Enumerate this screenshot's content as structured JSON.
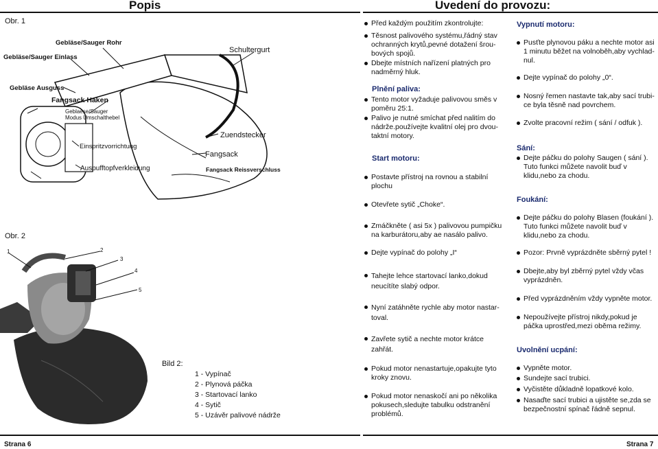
{
  "header": {
    "popis_title": "Popis",
    "provoz_title": "Uvedení do provozu:"
  },
  "figure1": {
    "obr_label": "Obr. 1",
    "callouts": [
      "Gebläse/Sauger Rohr",
      "Gebläse/Sauger Einlass",
      "Schultergurt",
      "Gebläse Ausguss",
      "Fangsack Haken",
      "Geblaese/Sauger\nModus Umschalthebel",
      "Einspritzvorrichtung",
      "Zuendstecker",
      "Fangsack",
      "Auspufftopfverkleidung",
      "Fangsack Reissverschluss"
    ]
  },
  "figure2": {
    "obr_label": "Obr. 2",
    "numbers": [
      "1",
      "2",
      "3",
      "4",
      "5"
    ]
  },
  "legend": {
    "title": "Bild 2:",
    "items": [
      "1 - Vypínač",
      "2 - Plynová páčka",
      "3 - Startovací lanko",
      "4 - Sytič",
      "5 - Uzávěr palivové nádrže"
    ]
  },
  "col_middle": {
    "bullets_top": [
      "Před každým použitím zkontrolujte:",
      "Těsnost palivového systému,řádný stav\nochranných krytů,pevné dotažení šrou-\nbových spojů.",
      "Dbejte místních nařízení platných pro\nnadměrný hluk."
    ],
    "fuel_title": "Plnění paliva:",
    "fuel_bullets": [
      "Tento motor vyžaduje palivovou směs v\npoměru  25:1.",
      "Palivo je nutné smíchat před nalitím do\nnádrže.používejte kvalitní olej pro dvou-\ntaktní motory."
    ],
    "start_title": "Start motoru:",
    "start_bullets": [
      "Postavte přístroj na rovnou a stabilní\nplochu",
      "Otevřete sytič „Choke“.",
      "Zmáčkněte ( asi 5x ) palivovou pumpičku\nna karburátoru,aby ae nasálo palivo.",
      "Dejte vypínač do polohy „I“",
      "Tahejte lehce startovací lanko,dokud\nneucítíte slabý odpor.",
      "Nyní zatáhněte rychle aby motor nastar-\ntoval.",
      "Zavřete sytič a nechte motor krátce\nzahřát.",
      "Pokud motor nenastartuje,opakujte tyto\nkroky znovu.",
      "Pokud motor nenaskočí ani po několika\npokusech,sledujte tabulku odstranění\nproblémů."
    ]
  },
  "col_right": {
    "stop_title": "Vypnutí motoru:",
    "stop_bullets": [
      "Pusťte plynovou páku a nechte motor asi\n1 minutu běžet na volnoběh,aby vychlad-\nnul.",
      "Dejte vypínač do polohy „0“.",
      "Nosný řemen nastavte tak,aby sací trubi-\nce byla těsně nad povrchem.",
      "Zvolte pracovní režim ( sání / odfuk )."
    ],
    "suck_title": "Sání:",
    "suck_bullets": [
      "Dejte páčku do polohy Saugen ( sání ).\nTuto funkci můžete navolit buď v\nklidu,nebo za chodu."
    ],
    "blow_title": "Foukání:",
    "blow_bullets": [
      "Dejte páčku do polohy Blasen (foukání ).\nTuto funkci můžete navolit buď v\nklidu,nebo za chodu.",
      "Pozor: Prvně vyprázdněte sběrný pytel !",
      "Dbejte,aby byl zběrný pytel vždy včas\nvyprázdněn.",
      "Před vyprázdněním vždy vypněte motor.",
      "Nepoužívejte přístroj nikdy,pokud je\npáčka uprostřed,mezi oběma režimy."
    ],
    "clear_title": "Uvolnění ucpání:",
    "clear_bullets": [
      "Vypněte motor.",
      "Sundejte sací trubici.",
      "Vyčistěte důkladně lopatkové kolo.",
      "Nasaďte sací trubici a ujistěte se,zda se\nbezpečnostní spínač řádně sepnul."
    ]
  },
  "footer": {
    "left": "Strana 6",
    "right": "Strana 7"
  }
}
